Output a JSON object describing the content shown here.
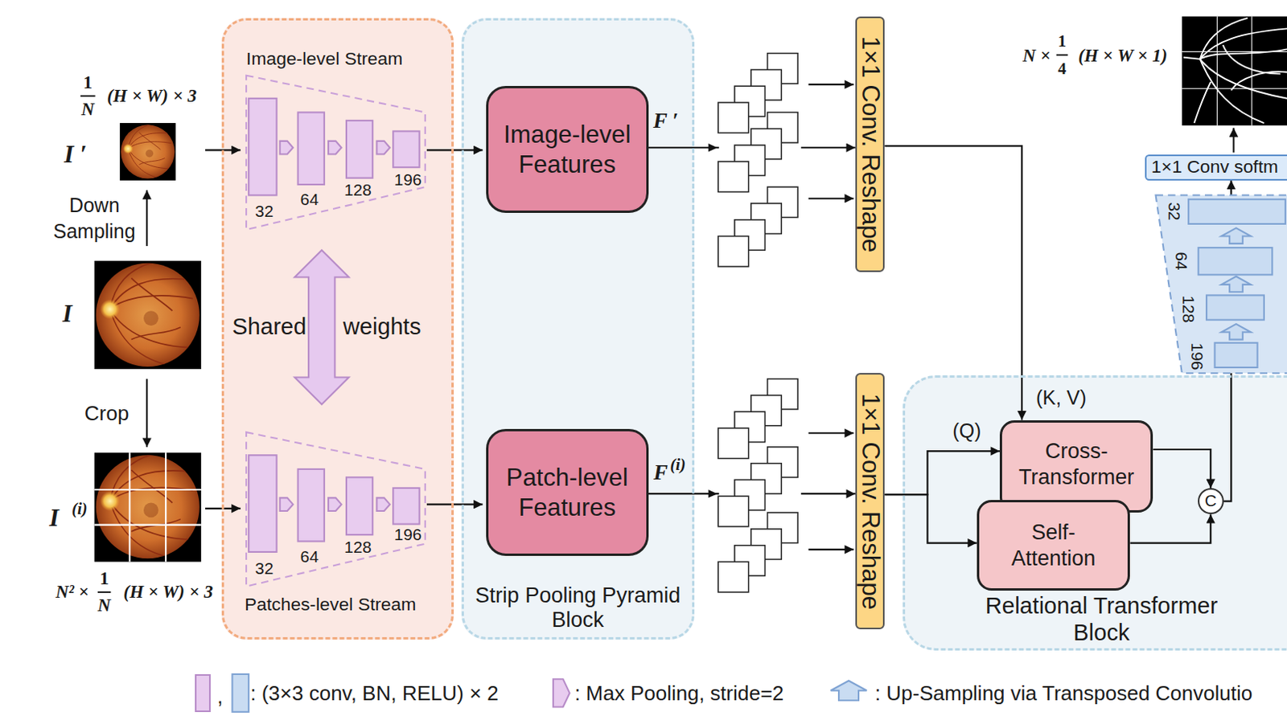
{
  "diagram": {
    "nodes": [
      {
        "text": [
          "Image-level Stream",
          "Shared",
          "weights",
          "Patches-level Stream"
        ]
      },
      {
        "text": [
          "Strip Pooling Pyramid Block"
        ]
      },
      {
        "text": [
          "Image-level Features"
        ],
        "in": 1
      },
      {
        "text": [
          "Patch-level Features"
        ],
        "in": 1
      },
      {
        "text": [
          "1×1 Conv. Reshape"
        ]
      },
      {
        "text": [
          "1×1 Conv. Reshape"
        ]
      },
      {
        "text": [
          "1×1 Conv softm"
        ]
      },
      {
        "text": [
          "Relational Transformer Block"
        ]
      },
      {
        "text": [
          "Cross- Transformer"
        ],
        "in": 7
      },
      {
        "text": [
          "Self- Attention"
        ],
        "in": 7
      },
      {
        "text": [
          "C"
        ],
        "in": 7
      }
    ],
    "edges": [
      {
        "from": 2,
        "to": 4,
        "arrow": "to"
      },
      {
        "from": 3,
        "to": 5,
        "arrow": "to"
      },
      {
        "from": 4,
        "to": 8,
        "arrow": "to",
        "label": "(K, V)"
      },
      {
        "from": 5,
        "to": 8,
        "arrow": "to",
        "label": "(Q)"
      },
      {
        "from": 5,
        "to": 9,
        "arrow": "to"
      },
      {
        "from": 8,
        "to": 10,
        "arrow": "to"
      },
      {
        "from": 9,
        "to": 10,
        "arrow": "to"
      },
      {
        "from": 10,
        "to": 6,
        "arrow": "to"
      }
    ],
    "labels": [
      "1",
      "N",
      "(H × W) × 3",
      "I ′",
      "Down Sampling",
      "I",
      "Crop",
      "I",
      "(i)",
      "N² ×",
      "1",
      "N",
      "(H × W) × 3",
      "32",
      "64",
      "128",
      "196",
      "32",
      "64",
      "128",
      "196",
      "F ′",
      "F",
      "(i)",
      "N ×",
      "1",
      "4",
      "(H × W × 1)",
      "32",
      "64",
      "128",
      "196",
      ","
    ],
    "legend": [
      {
        "text": ": (3×3 conv, BN, RELU) × 2",
        "color": "#e8ccef"
      },
      {
        "text": ": Max Pooling, stride=2"
      },
      {
        "text": ": Up-Sampling via Transposed Convolutio"
      }
    ]
  }
}
